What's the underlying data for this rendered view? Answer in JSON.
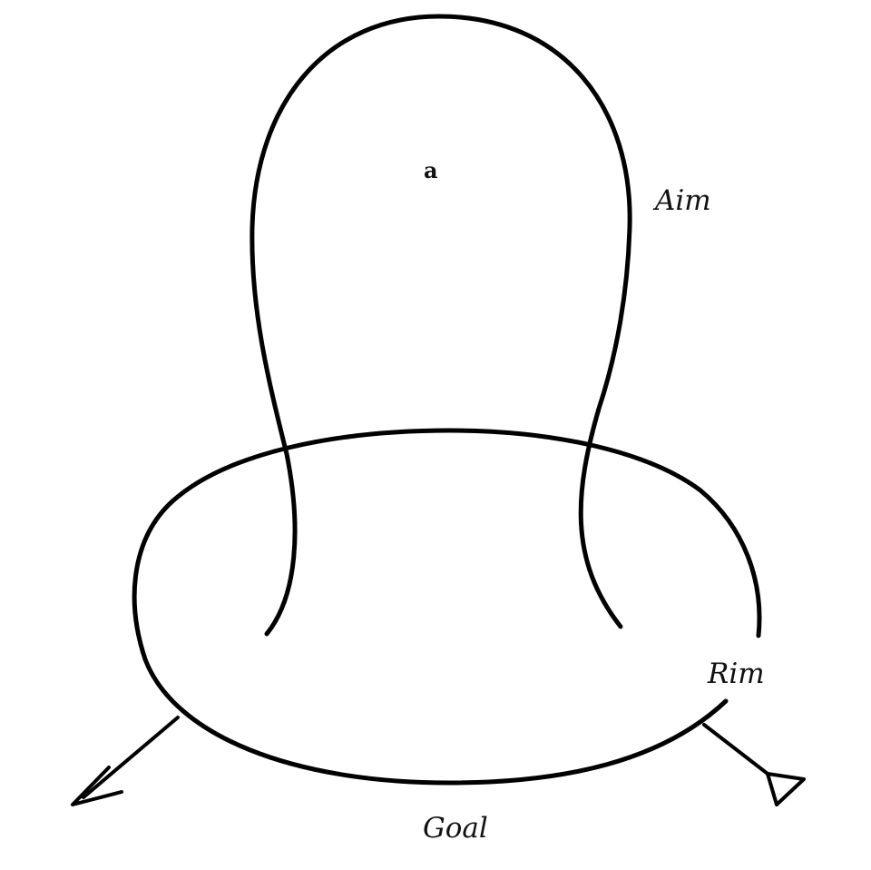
{
  "labels": {
    "point": "a",
    "aim": "Aim",
    "rim": "Rim",
    "goal": "Goal"
  },
  "colors": {
    "stroke": "#000000",
    "background": "#ffffff"
  }
}
